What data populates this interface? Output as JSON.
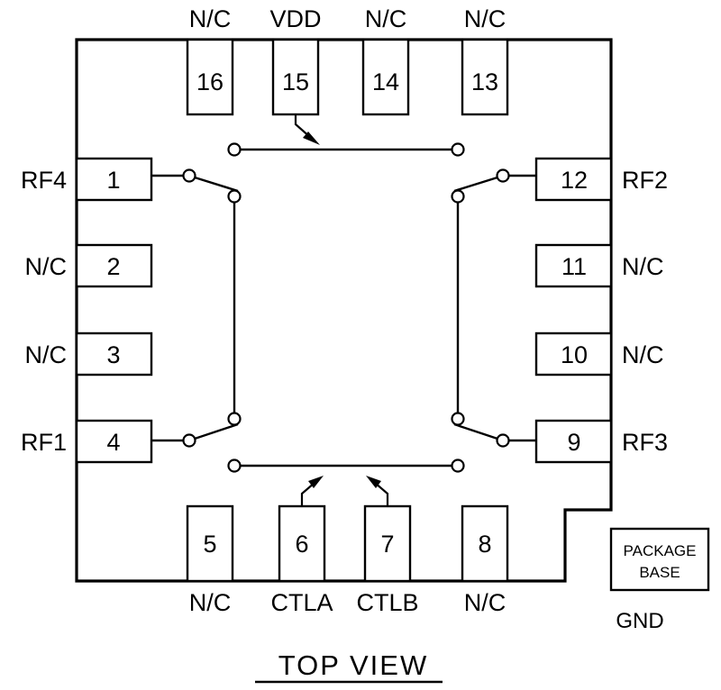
{
  "diagram": {
    "title": "TOP  VIEW",
    "package": {
      "base_label_line1": "PACKAGE",
      "base_label_line2": "BASE",
      "gnd_label": "GND"
    },
    "pins": [
      {
        "number": "1",
        "label": "RF4",
        "side": "left"
      },
      {
        "number": "2",
        "label": "N/C",
        "side": "left"
      },
      {
        "number": "3",
        "label": "N/C",
        "side": "left"
      },
      {
        "number": "4",
        "label": "RF1",
        "side": "left"
      },
      {
        "number": "5",
        "label": "N/C",
        "side": "bottom"
      },
      {
        "number": "6",
        "label": "CTLA",
        "side": "bottom"
      },
      {
        "number": "7",
        "label": "CTLB",
        "side": "bottom"
      },
      {
        "number": "8",
        "label": "N/C",
        "side": "bottom"
      },
      {
        "number": "9",
        "label": "RF3",
        "side": "right"
      },
      {
        "number": "10",
        "label": "N/C",
        "side": "right"
      },
      {
        "number": "11",
        "label": "N/C",
        "side": "right"
      },
      {
        "number": "12",
        "label": "RF2",
        "side": "right"
      },
      {
        "number": "13",
        "label": "N/C",
        "side": "top"
      },
      {
        "number": "14",
        "label": "N/C",
        "side": "top"
      },
      {
        "number": "15",
        "label": "VDD",
        "side": "top"
      },
      {
        "number": "16",
        "label": "N/C",
        "side": "top"
      }
    ],
    "top_labels": [
      "N/C",
      "VDD",
      "N/C",
      "N/C"
    ],
    "top_numbers": [
      "16",
      "15",
      "14",
      "13"
    ],
    "left_labels": [
      "RF4",
      "N/C",
      "N/C",
      "RF1"
    ],
    "left_numbers": [
      "1",
      "2",
      "3",
      "4"
    ],
    "right_labels": [
      "RF2",
      "N/C",
      "N/C",
      "RF3"
    ],
    "right_numbers": [
      "12",
      "11",
      "10",
      "9"
    ],
    "bottom_labels": [
      "N/C",
      "CTLA",
      "CTLB",
      "N/C"
    ],
    "bottom_numbers": [
      "5",
      "6",
      "7",
      "8"
    ],
    "colors": {
      "line": "#000000",
      "fill": "#ffffff",
      "text": "#000000"
    }
  }
}
